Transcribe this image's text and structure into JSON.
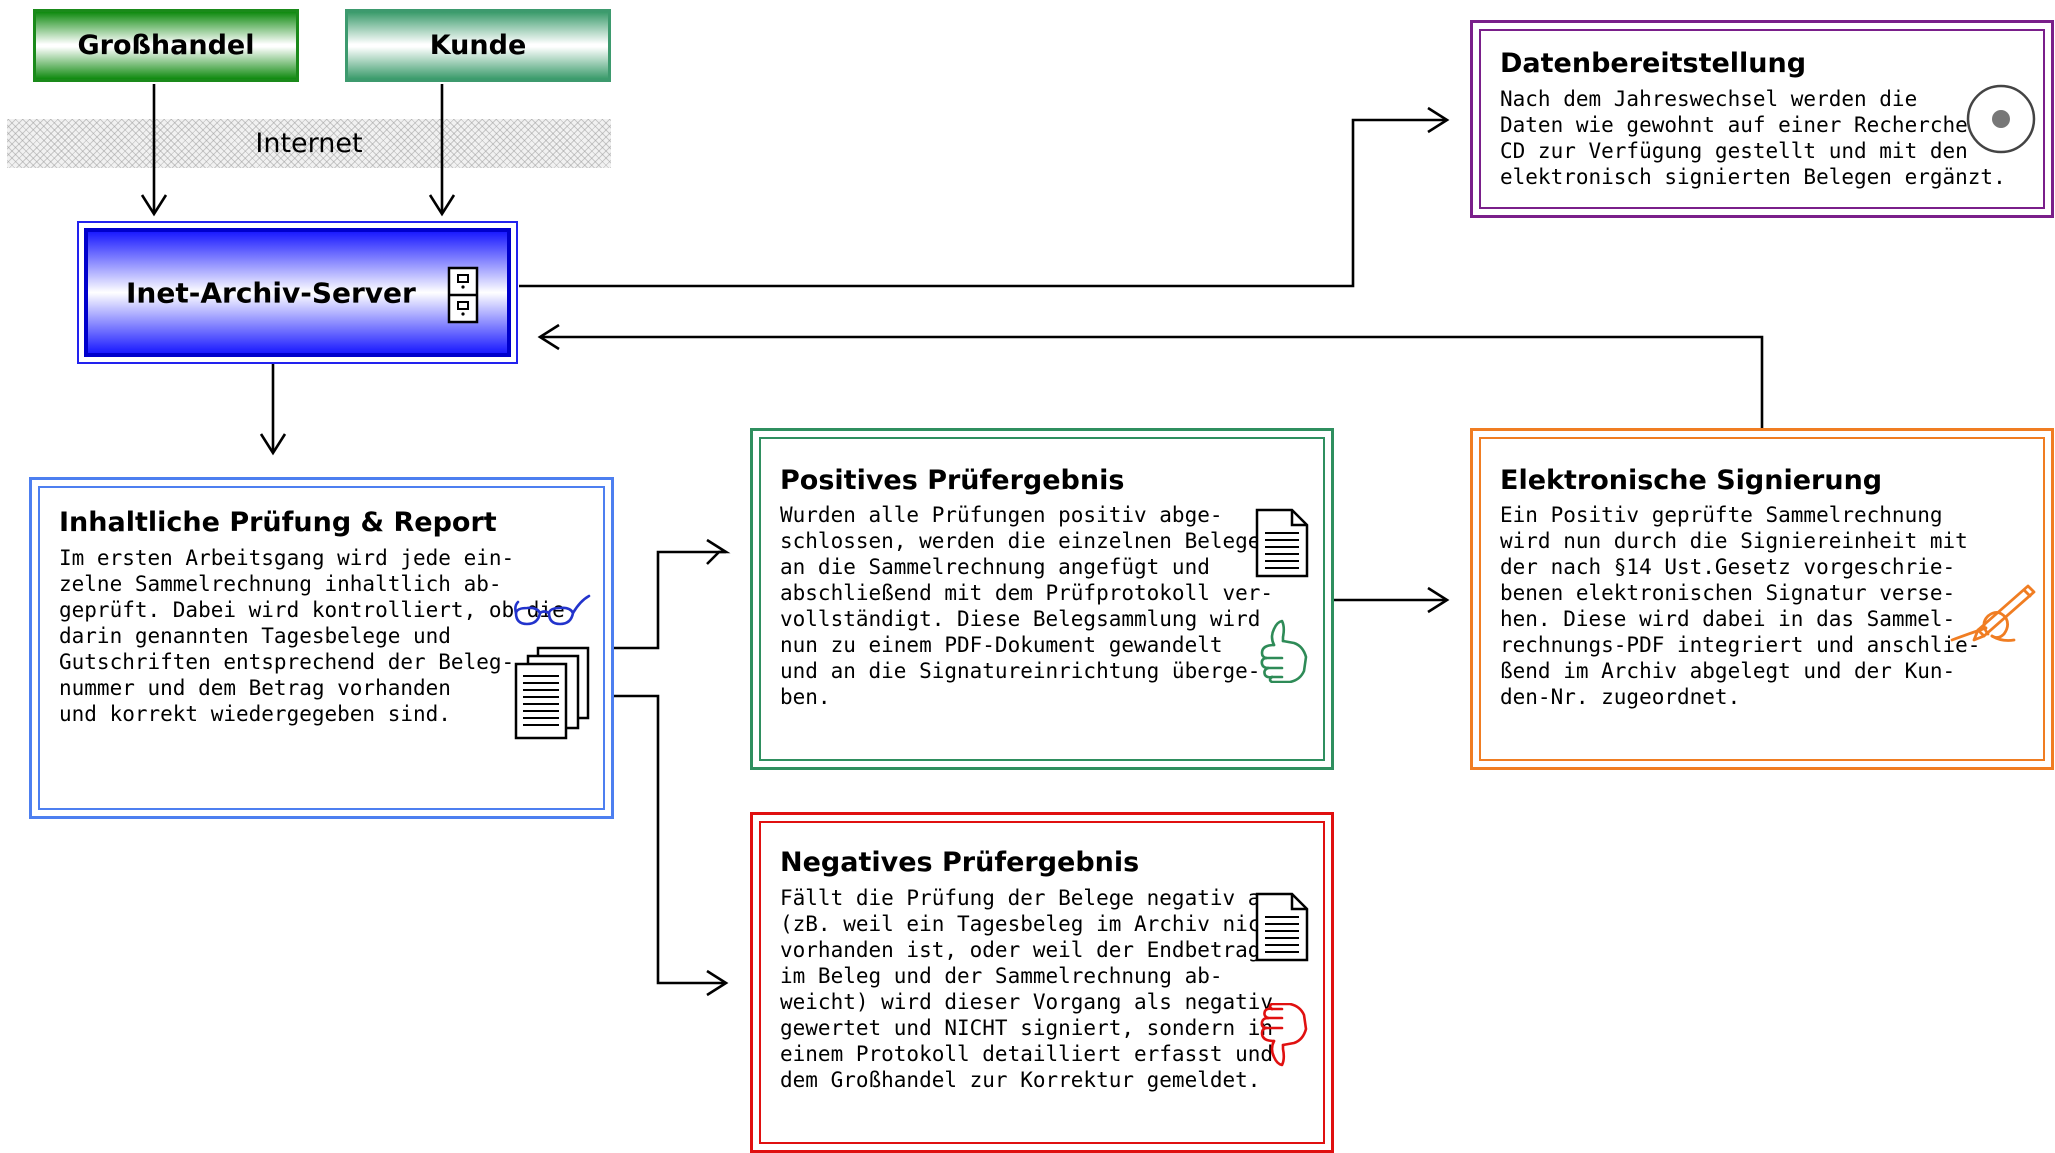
{
  "nodes": {
    "grosshandel": "Großhandel",
    "kunde": "Kunde",
    "internet": "Internet",
    "server": "Inet-Archiv-Server"
  },
  "panels": {
    "inhalt": {
      "title": "Inhaltliche Prüfung & Report",
      "text": "Im ersten Arbeitsgang wird jede ein-\nzelne Sammelrechnung inhaltlich ab-\ngeprüft. Dabei wird kontrolliert, ob die\ndarin genannten Tagesbelege und\nGutschriften entsprechend der Beleg-\nnummer und dem Betrag vorhanden\nund korrekt wiedergegeben sind."
    },
    "positiv": {
      "title": "Positives Prüfergebnis",
      "text": "Wurden alle Prüfungen positiv abge-\nschlossen, werden die einzelnen Belege\nan die Sammelrechnung angefügt und\nabschließend mit dem Prüfprotokoll ver-\nvollständigt. Diese Belegsammlung wird\nnun zu einem PDF-Dokument gewandelt\nund an die Signatureinrichtung überge-\nben."
    },
    "negativ": {
      "title": "Negatives Prüfergebnis",
      "text": "Fällt die Prüfung der Belege negativ aus\n(zB. weil ein Tagesbeleg im Archiv nicht\nvorhanden ist, oder weil der Endbetrag\nim Beleg und der Sammelrechnung ab-\nweicht) wird dieser Vorgang als negativ\ngewertet und NICHT signiert, sondern in\neinem Protokoll detailliert erfasst und\ndem Großhandel zur Korrektur gemeldet."
    },
    "signierung": {
      "title": "Elektronische Signierung",
      "text": "Ein Positiv geprüfte Sammelrechnung\nwird nun durch die Signiereinheit mit\nder nach §14 Ust.Gesetz vorgeschrie-\nbenen elektronischen Signatur verse-\nhen. Diese wird dabei in das Sammel-\nrechnungs-PDF integriert und anschlie-\nßend im Archiv abgelegt und der Kun-\nden-Nr. zugeordnet."
    },
    "daten": {
      "title": "Datenbereitstellung",
      "text": "Nach dem Jahreswechsel werden die\nDaten wie gewohnt auf einer Recherche-\nCD zur Verfügung gestellt und mit den\nelektronisch signierten Belegen ergänzt."
    }
  },
  "icons": {
    "server": "filing-cabinet-icon",
    "inhalt": [
      "glasses-icon",
      "stacked-documents-icon"
    ],
    "positiv": [
      "document-icon",
      "thumbs-up-icon"
    ],
    "negativ": [
      "document-icon",
      "thumbs-down-icon"
    ],
    "signierung": "pen-signature-icon",
    "daten": "cd-disc-icon"
  },
  "colors": {
    "grosshandel": "#1a8a1a",
    "kunde": "#3d9a6e",
    "server": "#0000cc",
    "inhalt": "#4d7ff0",
    "positiv": "#2f8f5f",
    "negativ": "#e01010",
    "signierung": "#f07d22",
    "daten": "#7a1f8a"
  }
}
